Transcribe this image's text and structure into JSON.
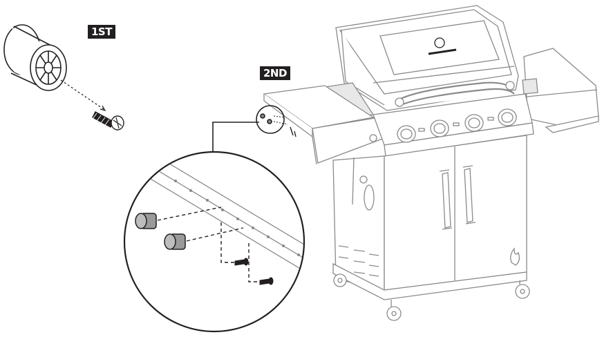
{
  "steps": {
    "first": "1ST",
    "second": "2ND"
  },
  "colors": {
    "label_bg": "#231f20",
    "label_text": "#ffffff",
    "ghosted_line": "#8a8a8a",
    "line": "#231f20",
    "part_fill": "#9a9a9a"
  },
  "icons": {
    "adapter": "bolt-adapter-icon",
    "screw": "screw-icon",
    "grill": "gas-grill-illustration",
    "detail": "magnified-detail-circle"
  }
}
